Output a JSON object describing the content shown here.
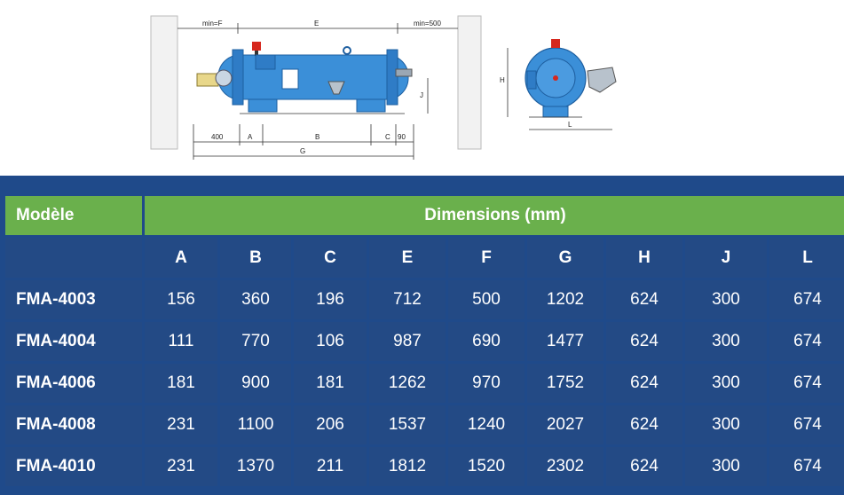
{
  "drawing": {
    "labels": {
      "min_f": "min=F",
      "e": "E",
      "min_500": "min=500",
      "d400": "400",
      "a": "A",
      "b": "B",
      "c": "C",
      "d90": "90",
      "g": "G",
      "j": "J",
      "h": "H",
      "l": "L"
    }
  },
  "table": {
    "model_header": "Modèle",
    "dimensions_header": "Dimensions (mm)",
    "columns": [
      "A",
      "B",
      "C",
      "E",
      "F",
      "G",
      "H",
      "J",
      "L"
    ],
    "rows": [
      {
        "model": "FMA-4003",
        "values": [
          "156",
          "360",
          "196",
          "712",
          "500",
          "1202",
          "624",
          "300",
          "674"
        ]
      },
      {
        "model": "FMA-4004",
        "values": [
          "111",
          "770",
          "106",
          "987",
          "690",
          "1477",
          "624",
          "300",
          "674"
        ]
      },
      {
        "model": "FMA-4006",
        "values": [
          "181",
          "900",
          "181",
          "1262",
          "970",
          "1752",
          "624",
          "300",
          "674"
        ]
      },
      {
        "model": "FMA-4008",
        "values": [
          "231",
          "1100",
          "206",
          "1537",
          "1240",
          "2027",
          "624",
          "300",
          "674"
        ]
      },
      {
        "model": "FMA-4010",
        "values": [
          "231",
          "1370",
          "211",
          "1812",
          "1520",
          "2302",
          "624",
          "300",
          "674"
        ]
      }
    ]
  },
  "colors": {
    "header_green": "#6ab04c",
    "cell_blue": "#234a85",
    "background_blue": "#1f4a8a",
    "tank_blue": "#3b8fd8"
  }
}
